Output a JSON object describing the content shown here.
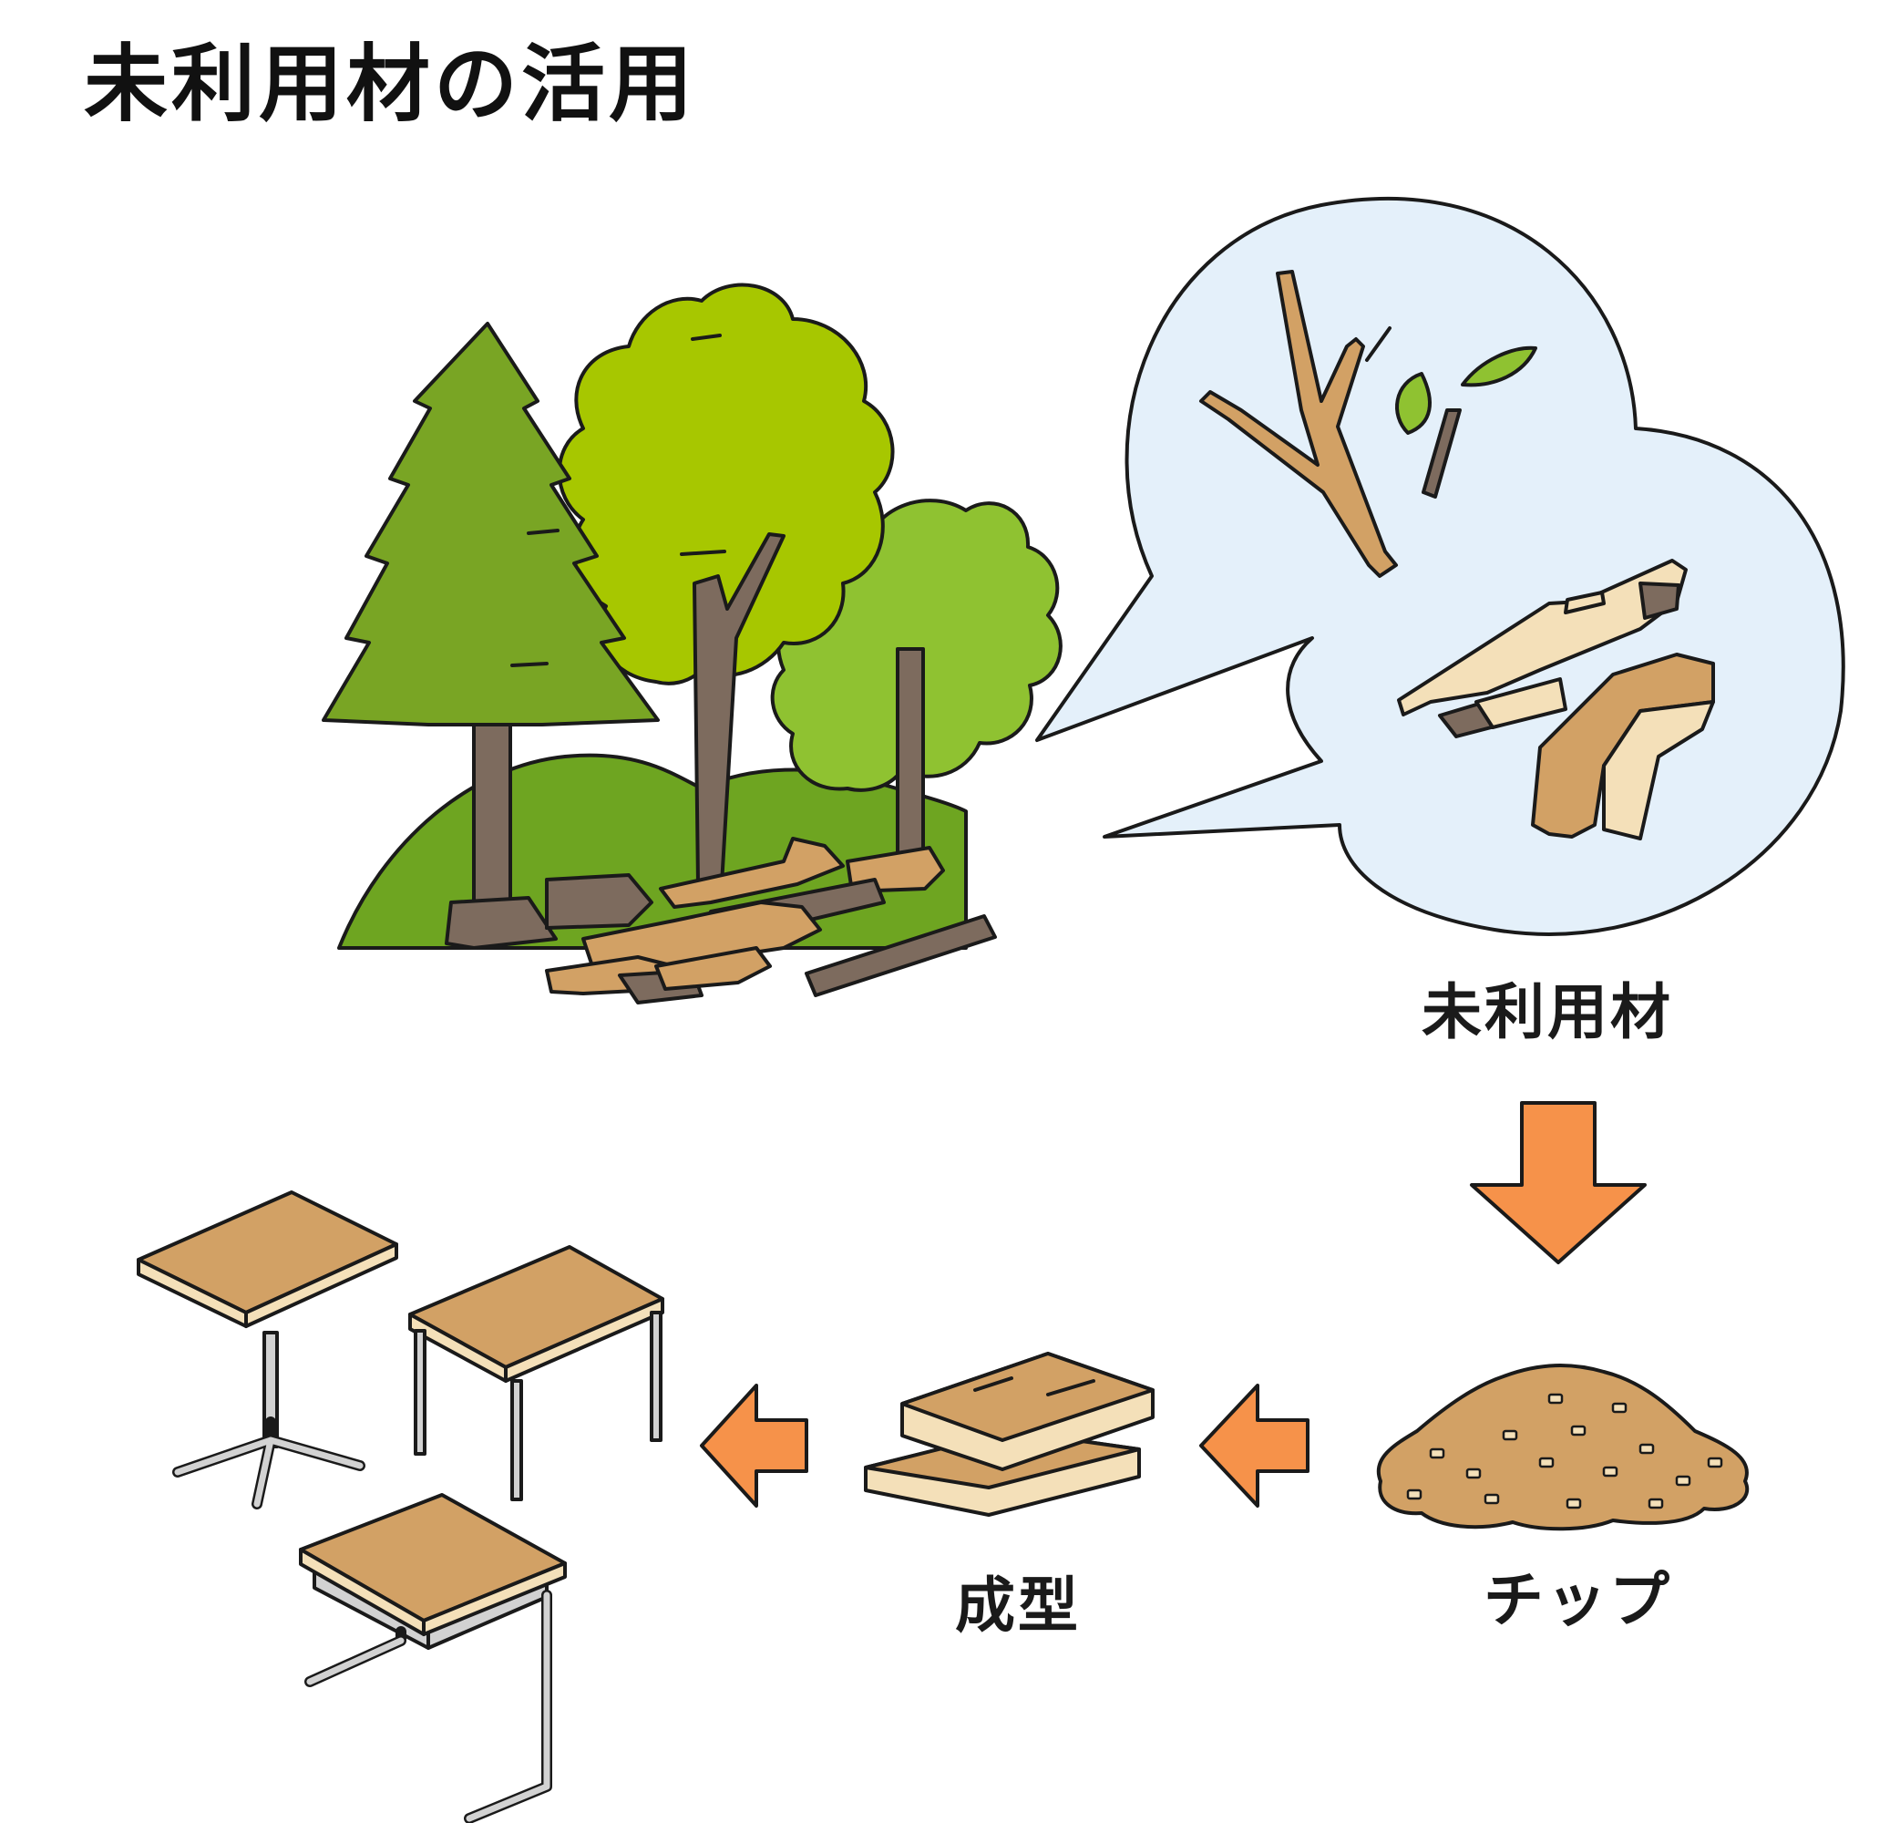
{
  "title": "未利用材の活用",
  "labels": {
    "unused_wood": "未利用材",
    "chip": "チップ",
    "molding": "成型"
  },
  "colors": {
    "arrow": "#f6924a",
    "bubble": "#e4f0fa",
    "conifer": "#79a524",
    "broadleaf": "#a7c700",
    "broadleaf_small": "#8fc231",
    "hill": "#6ea521",
    "trunk": "#7d6b5e",
    "wood": "#d2a165",
    "wood_light": "#f4e0b9",
    "metal": "#d2d2d2"
  },
  "icons": [
    "forest-illustration",
    "speech-bubble",
    "branch-icon",
    "leaves-icon",
    "wood-scraps-icon",
    "chip-pile-icon",
    "boards-icon",
    "desk-icon"
  ]
}
